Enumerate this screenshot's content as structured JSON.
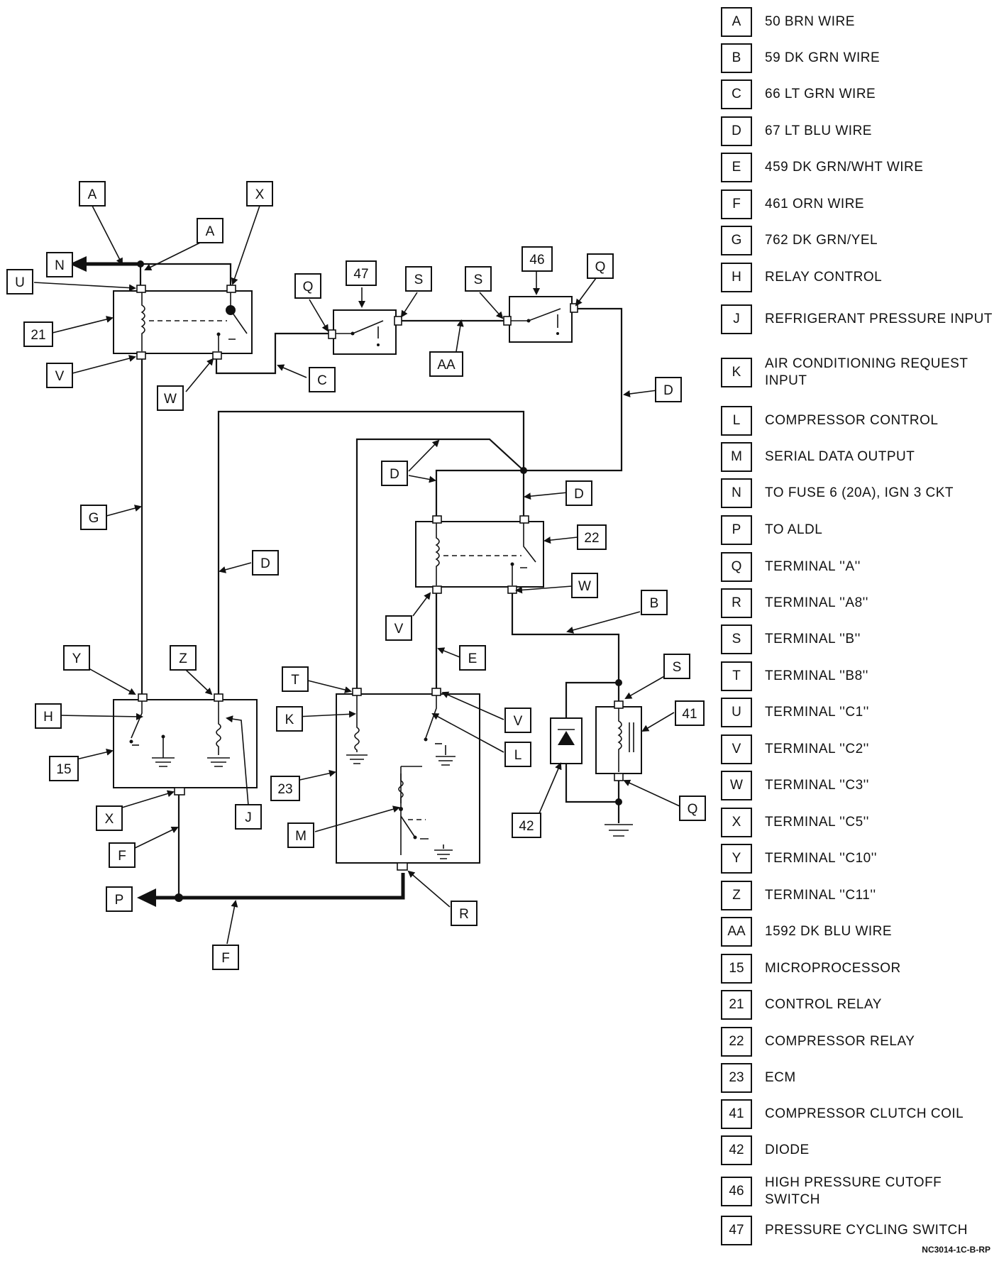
{
  "diagram": {
    "components": [
      {
        "id": "21",
        "label": "21"
      },
      {
        "id": "15",
        "label": "15"
      },
      {
        "id": "23",
        "label": "23"
      },
      {
        "id": "22",
        "label": "22"
      },
      {
        "id": "41",
        "label": "41"
      },
      {
        "id": "42",
        "label": "42"
      },
      {
        "id": "46",
        "label": "46"
      },
      {
        "id": "47",
        "label": "47"
      }
    ],
    "callouts": [
      "A",
      "A",
      "X",
      "N",
      "U",
      "21",
      "V",
      "W",
      "C",
      "Q",
      "47",
      "S",
      "AA",
      "S",
      "46",
      "Q",
      "D",
      "D",
      "D",
      "22",
      "W",
      "V",
      "B",
      "E",
      "G",
      "D",
      "Y",
      "Z",
      "H",
      "15",
      "X",
      "F",
      "J",
      "T",
      "K",
      "V",
      "L",
      "23",
      "M",
      "R",
      "S",
      "41",
      "42",
      "Q",
      "P",
      "F"
    ]
  },
  "legend": [
    {
      "key": "A",
      "text": "50 BRN WIRE"
    },
    {
      "key": "B",
      "text": "59 DK GRN WIRE"
    },
    {
      "key": "C",
      "text": "66 LT GRN WIRE"
    },
    {
      "key": "D",
      "text": "67 LT BLU WIRE"
    },
    {
      "key": "E",
      "text": "459 DK GRN/WHT WIRE"
    },
    {
      "key": "F",
      "text": "461 ORN WIRE"
    },
    {
      "key": "G",
      "text": "762 DK GRN/YEL"
    },
    {
      "key": "H",
      "text": "RELAY CONTROL"
    },
    {
      "key": "J",
      "text": "REFRIGERANT PRESSURE INPUT"
    },
    {
      "key": "K",
      "text": "AIR CONDITIONING REQUEST INPUT"
    },
    {
      "key": "L",
      "text": "COMPRESSOR CONTROL"
    },
    {
      "key": "M",
      "text": "SERIAL DATA OUTPUT"
    },
    {
      "key": "N",
      "text": "TO FUSE 6 (20A), IGN 3 CKT"
    },
    {
      "key": "P",
      "text": "TO ALDL"
    },
    {
      "key": "Q",
      "text": "TERMINAL ''A''"
    },
    {
      "key": "R",
      "text": "TERMINAL ''A8''"
    },
    {
      "key": "S",
      "text": "TERMINAL ''B''"
    },
    {
      "key": "T",
      "text": "TERMINAL ''B8''"
    },
    {
      "key": "U",
      "text": "TERMINAL ''C1''"
    },
    {
      "key": "V",
      "text": "TERMINAL ''C2''"
    },
    {
      "key": "W",
      "text": "TERMINAL ''C3''"
    },
    {
      "key": "X",
      "text": "TERMINAL ''C5''"
    },
    {
      "key": "Y",
      "text": "TERMINAL ''C10''"
    },
    {
      "key": "Z",
      "text": "TERMINAL ''C11''"
    },
    {
      "key": "AA",
      "text": "1592 DK BLU WIRE"
    },
    {
      "key": "15",
      "text": "MICROPROCESSOR"
    },
    {
      "key": "21",
      "text": "CONTROL RELAY"
    },
    {
      "key": "22",
      "text": "COMPRESSOR RELAY"
    },
    {
      "key": "23",
      "text": "ECM"
    },
    {
      "key": "41",
      "text": "COMPRESSOR CLUTCH COIL"
    },
    {
      "key": "42",
      "text": "DIODE"
    },
    {
      "key": "46",
      "text": "HIGH PRESSURE CUTOFF SWITCH"
    },
    {
      "key": "47",
      "text": "PRESSURE CYCLING SWITCH"
    }
  ],
  "figure_code": "NC3014-1C-B-RP"
}
